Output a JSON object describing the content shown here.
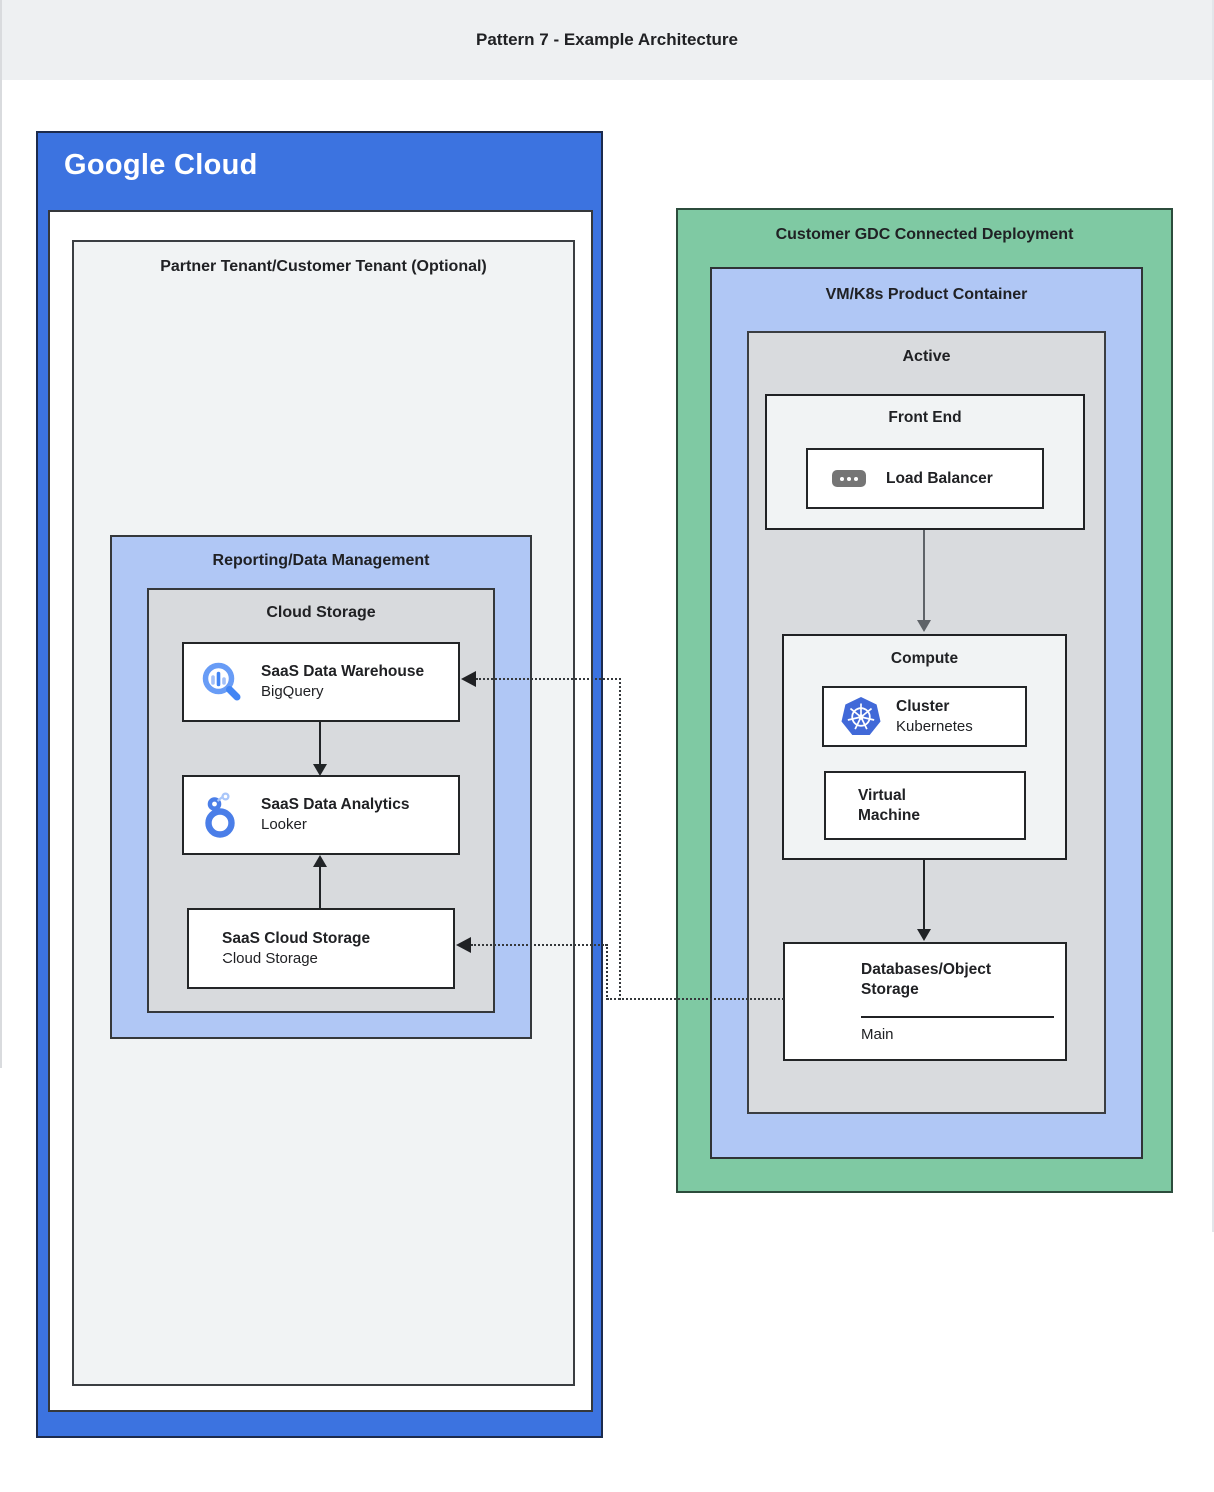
{
  "header": {
    "title": "Pattern 7 - Example Architecture"
  },
  "google_cloud": {
    "logo_text": "Google Cloud",
    "partner_tenant": {
      "title": "Partner Tenant/Customer Tenant (Optional)"
    },
    "reporting": {
      "title": "Reporting/Data Management"
    },
    "cloud_storage_group": {
      "title": "Cloud Storage"
    },
    "warehouse_card": {
      "title": "SaaS Data Warehouse",
      "subtitle": "BigQuery",
      "icon": "bigquery-icon"
    },
    "analytics_card": {
      "title": "SaaS Data Analytics",
      "subtitle": "Looker",
      "icon": "looker-icon"
    },
    "storage_card": {
      "title": "SaaS Cloud Storage",
      "subtitle": "Cloud Storage",
      "icon": "cloud-storage-icon"
    }
  },
  "gdc": {
    "title": "Customer GDC Connected Deployment",
    "vm_k8s": {
      "title": "VM/K8s Product Container"
    },
    "active": {
      "title": "Active"
    },
    "front_end": {
      "title": "Front End",
      "load_balancer_card": {
        "title": "Load Balancer",
        "icon": "load-balancer-icon"
      }
    },
    "compute": {
      "title": "Compute",
      "cluster_card": {
        "title": "Cluster",
        "subtitle": "Kubernetes",
        "icon": "kubernetes-icon"
      },
      "vm_card": {
        "title": "Virtual Machine",
        "icon": "virtual-machine-icon"
      }
    },
    "databases_card": {
      "title": "Databases/Object Storage",
      "label": "Main",
      "icon": "servers-icon"
    }
  },
  "colors": {
    "google_cloud_blue": "#3c73e0",
    "light_blue_panel": "#b0c7f5",
    "green_panel": "#7fc9a3",
    "gray_panel": "#d9dbde",
    "light_gray_panel": "#f1f3f4",
    "header_bar": "#eef0f2",
    "line_dark": "#212427",
    "line_gray": "#5f6368",
    "icon_blue": "#4285f4"
  }
}
